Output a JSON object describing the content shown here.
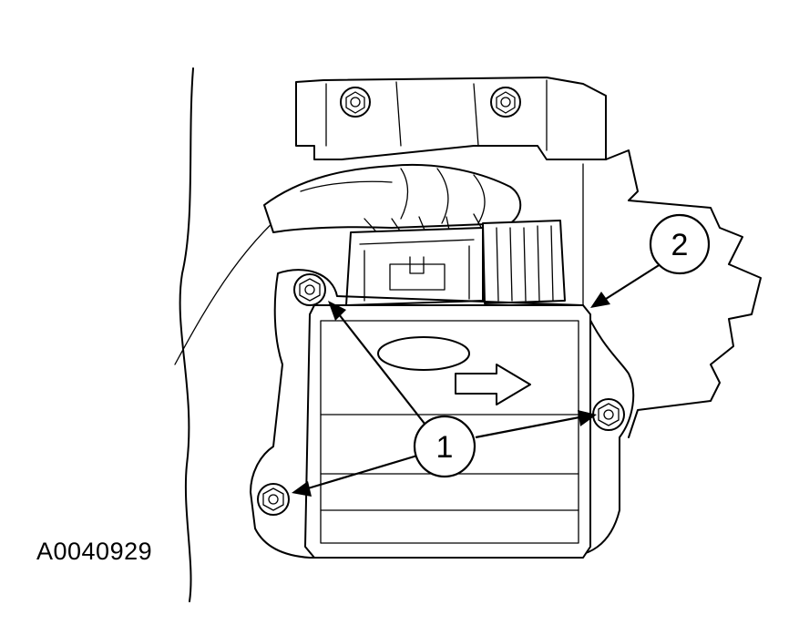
{
  "figure": {
    "id": "A0040929"
  },
  "callouts": [
    {
      "number": "1"
    },
    {
      "number": "2"
    }
  ]
}
